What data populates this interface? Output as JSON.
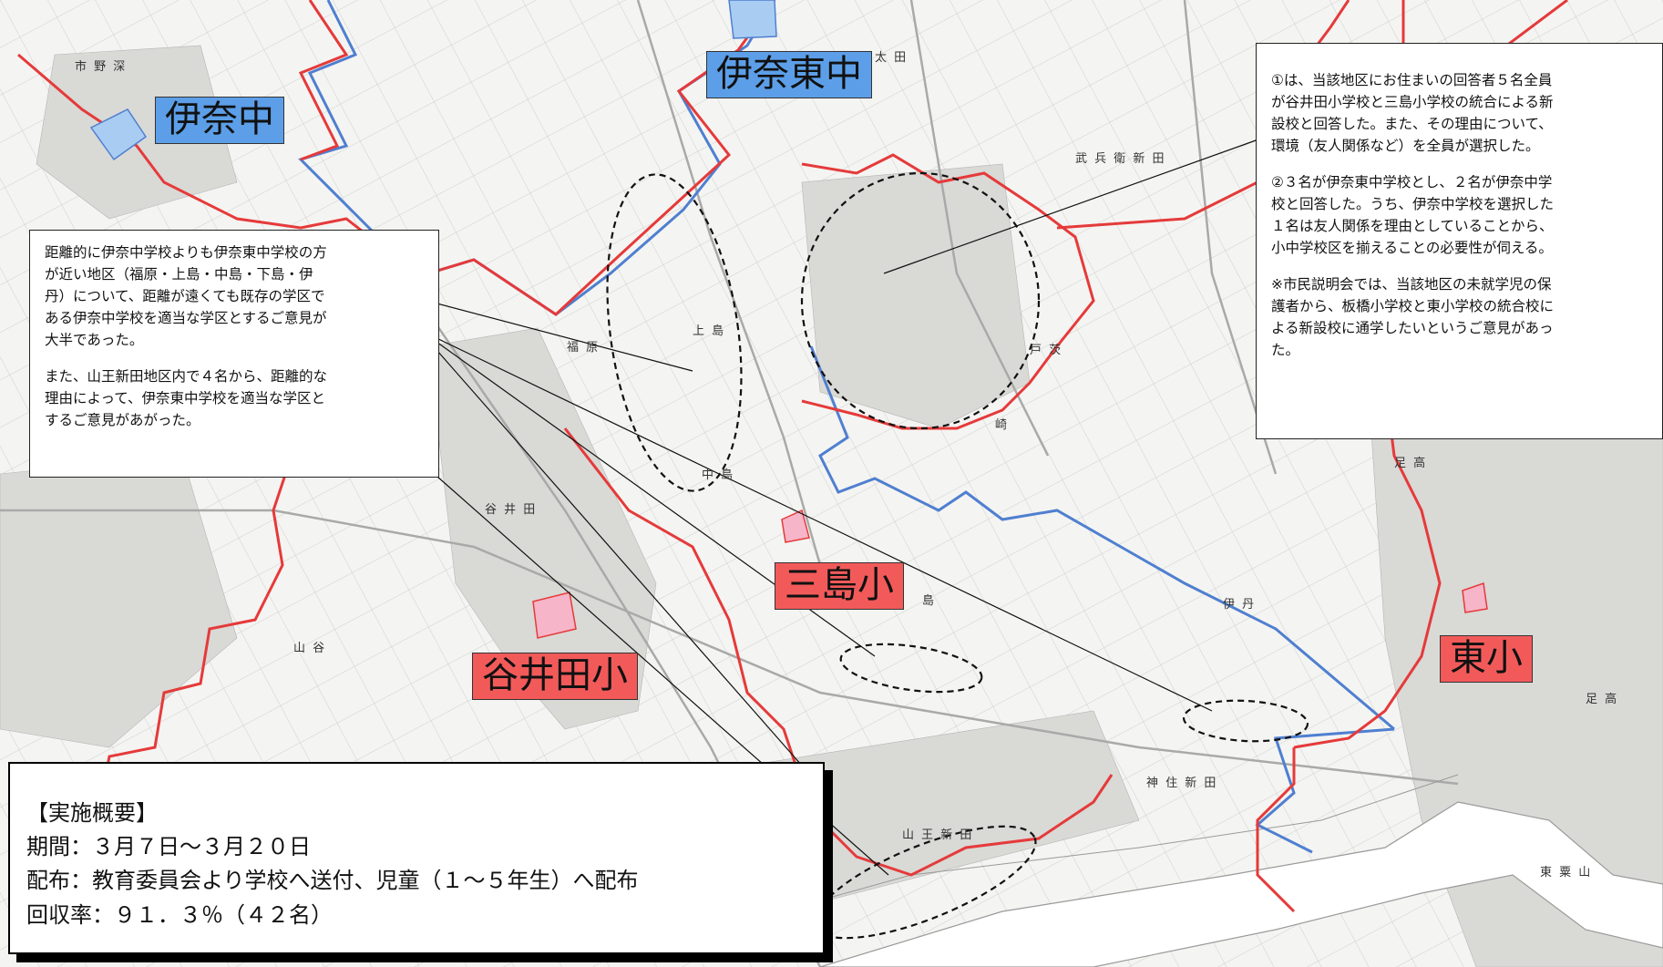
{
  "map": {
    "school_labels": [
      {
        "id": "ina-chu",
        "text": "伊奈中",
        "type": "junior-high"
      },
      {
        "id": "ina-higashi-chu",
        "text": "伊奈東中",
        "type": "junior-high"
      },
      {
        "id": "mishima-sho",
        "text": "三島小",
        "type": "elementary"
      },
      {
        "id": "yaida-sho",
        "text": "谷井田小",
        "type": "elementary"
      },
      {
        "id": "higashi-sho",
        "text": "東小",
        "type": "elementary"
      }
    ],
    "place_labels": [
      {
        "id": "ichinoya",
        "text": "市 野 深"
      },
      {
        "id": "ota",
        "text": "太 田"
      },
      {
        "id": "takebe-shinden",
        "text": "武 兵 衛 新 田"
      },
      {
        "id": "fukuhara",
        "text": "福 原"
      },
      {
        "id": "kamijima",
        "text": "上 島"
      },
      {
        "id": "tobara",
        "text": "戸 茨"
      },
      {
        "id": "nakajima",
        "text": "中 島"
      },
      {
        "id": "yaida",
        "text": "谷 井 田"
      },
      {
        "id": "shima",
        "text": "島"
      },
      {
        "id": "itami",
        "text": "伊 丹"
      },
      {
        "id": "yamaya",
        "text": "山 谷"
      },
      {
        "id": "kamisumi-shinden",
        "text": "神 住 新 田"
      },
      {
        "id": "sanno-shinden",
        "text": "山 王 新 田"
      },
      {
        "id": "ashitaka",
        "text": "足 高"
      },
      {
        "id": "higashi-kuriyama",
        "text": "東 粟 山"
      },
      {
        "id": "ashitaka-2",
        "text": "足 高"
      },
      {
        "id": "saki",
        "text": "崎"
      }
    ],
    "colors": {
      "boundary_red": "#e53a3a",
      "boundary_blue": "#4f7fd0",
      "grid": "#c9c9c9",
      "road": "#b9b9b9",
      "river": "#ffffff",
      "jhs_fill": "#5c9fe8",
      "es_fill": "#f25a5a"
    }
  },
  "callouts": {
    "left": {
      "paragraphs": [
        "距離的に伊奈中学校よりも伊奈東中学校の方\nが近い地区（福原・上島・中島・下島・伊\n丹）について、距離が遠くても既存の学区で\nある伊奈中学校を適当な学区とするご意見が\n大半であった。",
        "また、山王新田地区内で４名から、距離的な\n理由によって、伊奈東中学校を適当な学区と\nするご意見があがった。"
      ]
    },
    "right": {
      "paragraphs": [
        "①は、当該地区にお住まいの回答者５名全員\nが谷井田小学校と三島小学校の統合による新\n設校と回答した。また、その理由について、\n環境（友人関係など）を全員が選択した。",
        "②３名が伊奈東中学校とし、２名が伊奈中学\n校と回答した。うち、伊奈中学校を選択した\n１名は友人関係を理由としていることから、\n小中学校区を揃えることの必要性が伺える。",
        "※市民説明会では、当該地区の未就学児の保\n護者から、板橋小学校と東小学校の統合校に\nよる新設校に通学したいというご意見があっ\nた。"
      ]
    }
  },
  "summary": {
    "heading": "【実施概要】",
    "period": "期間：３月７日～３月２０日",
    "distribution": "配布：教育委員会より学校へ送付、児童（１～５年生）へ配布",
    "collection_rate": "回収率：９１．３％（４２名）"
  }
}
